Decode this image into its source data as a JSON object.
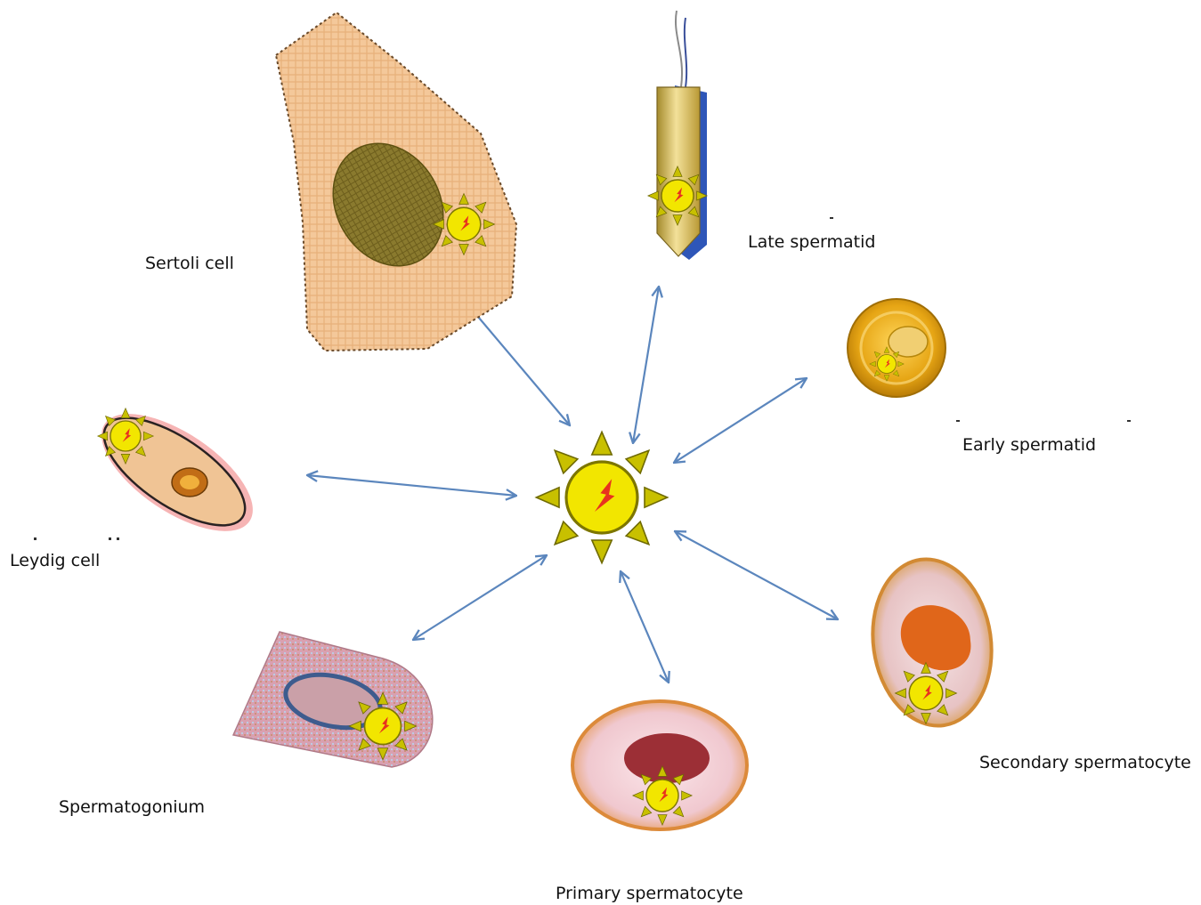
{
  "labels": {
    "sertoli": "Sertoli cell",
    "late_spermatid": "Late spermatid",
    "early_spermatid": "Early spermatid",
    "leydig": "Leydig cell",
    "spermatogonium": "Spermatogonium",
    "primary_spermatocyte": "Primary spermatocyte",
    "secondary_spermatocyte": "Secondary spermatocyte"
  },
  "colors": {
    "arrow": "#5b86bd",
    "sun_core": "#f2e600",
    "sun_ray": "#b8b200",
    "bolt": "#e8321e"
  }
}
